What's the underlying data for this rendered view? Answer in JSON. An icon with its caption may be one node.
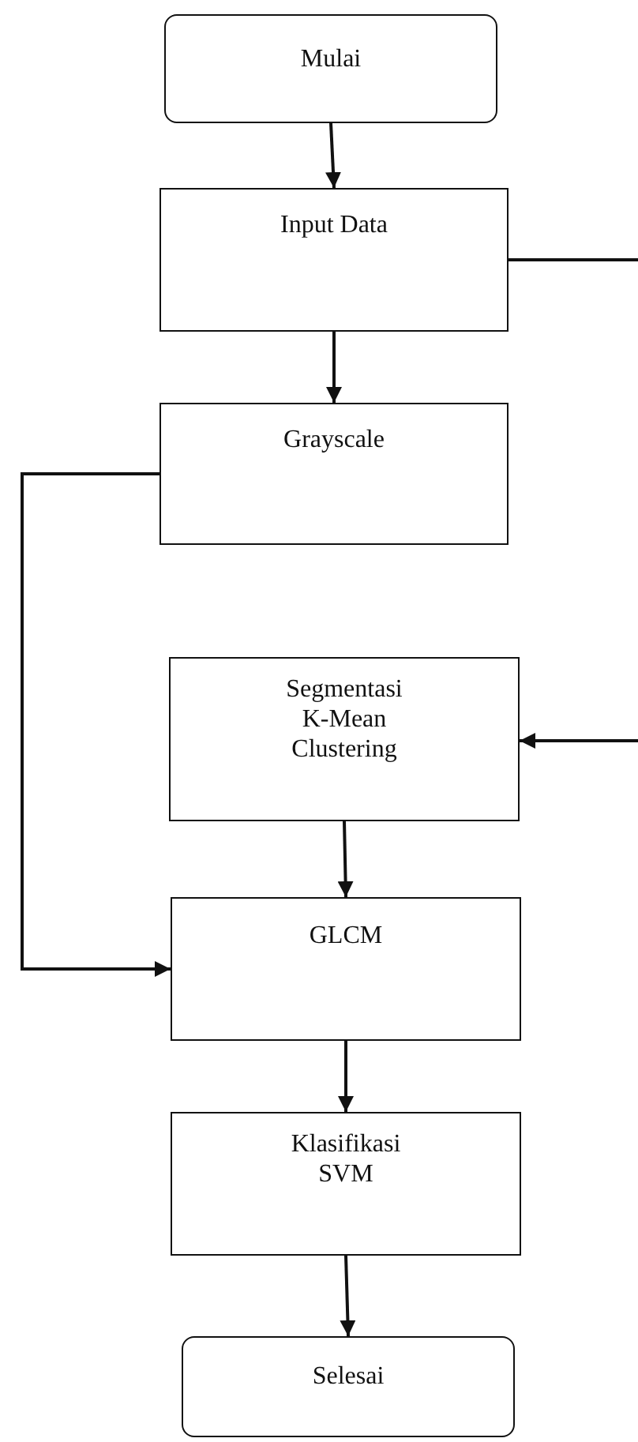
{
  "diagram": {
    "nodes": [
      {
        "text": [
          "Mulai"
        ]
      },
      {
        "text": [
          "Input Data"
        ]
      },
      {
        "text": [
          "Grayscale"
        ]
      },
      {
        "text": [
          "Segmentasi K-Mean Clustering"
        ]
      },
      {
        "text": [
          "GLCM"
        ]
      },
      {
        "text": [
          "Klasifikasi SVM"
        ]
      },
      {
        "text": [
          "Selesai"
        ]
      }
    ],
    "edges": [
      {
        "from": 0,
        "to": 1,
        "arrow": "to"
      },
      {
        "from": 1,
        "to": 2,
        "arrow": "to"
      },
      {
        "from": 1,
        "to": 3,
        "arrow": "to"
      },
      {
        "from": 2,
        "to": 4,
        "arrow": "to"
      },
      {
        "from": 3,
        "to": 4,
        "arrow": "to"
      },
      {
        "from": 4,
        "to": 5,
        "arrow": "to"
      },
      {
        "from": 5,
        "to": 6,
        "arrow": "to"
      }
    ]
  }
}
